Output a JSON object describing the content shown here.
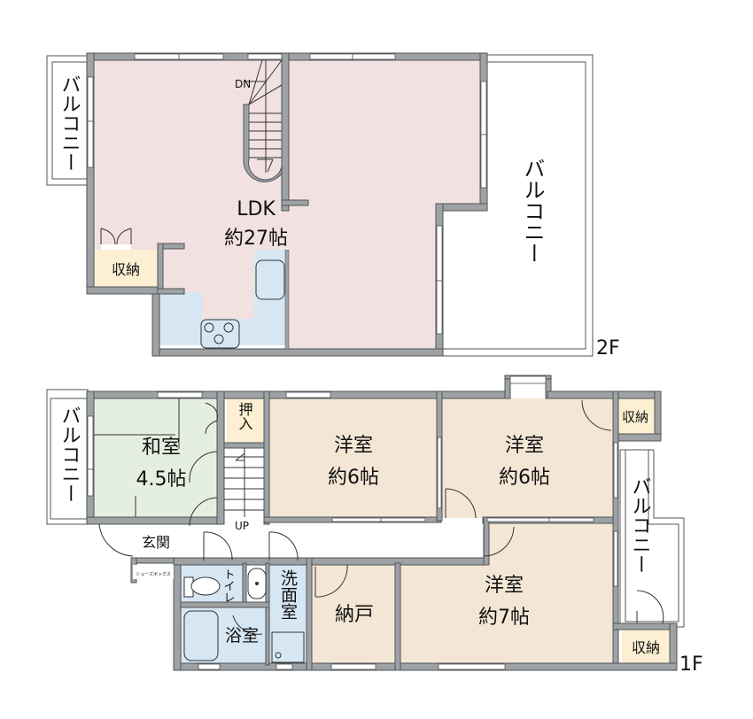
{
  "floors": {
    "second": {
      "label": "2F",
      "rooms": {
        "ldk": {
          "name": "LDK",
          "size": "約27帖",
          "color": "#f2e1e1"
        },
        "storage": {
          "name": "収納",
          "color": "#fcefd2"
        },
        "kitchen_color": "#d6e6f3",
        "balcony_left": {
          "name": "バルコニー"
        },
        "balcony_right": {
          "name": "バルコニー"
        }
      },
      "stairs_label": "DN"
    },
    "first": {
      "label": "1F",
      "rooms": {
        "washitsu": {
          "name": "和室",
          "size": "4.5帖",
          "color": "#e4efe0"
        },
        "oshiire": {
          "name": "押入",
          "color": "#fcefd2"
        },
        "youshitsu1": {
          "name": "洋室",
          "size": "約6帖",
          "color": "#f4e6d5"
        },
        "youshitsu2": {
          "name": "洋室",
          "size": "約6帖",
          "color": "#f4e6d5"
        },
        "storage_top": {
          "name": "収納",
          "color": "#fcefd2"
        },
        "youshitsu3": {
          "name": "洋室",
          "size": "約7帖",
          "color": "#f4e6d5"
        },
        "nando": {
          "name": "納戸",
          "color": "#f4e6d5"
        },
        "storage_bottom": {
          "name": "収納",
          "color": "#fcefd2"
        },
        "genkan": {
          "name": "玄関"
        },
        "shoebox": {
          "name": "シューズボックス"
        },
        "toilet": {
          "name": "トイレ",
          "color": "#d6e6f3"
        },
        "washroom": {
          "name": "洗面室",
          "color": "#d6e6f3"
        },
        "bath": {
          "name": "浴室",
          "color": "#d6e6f3"
        },
        "balcony_left": {
          "name": "バルコニー"
        },
        "balcony_right": {
          "name": "バルコニー"
        }
      },
      "stairs_label": "UP"
    }
  },
  "colors": {
    "wall": "#9ea2a5",
    "wall_edge": "#4f5458"
  }
}
